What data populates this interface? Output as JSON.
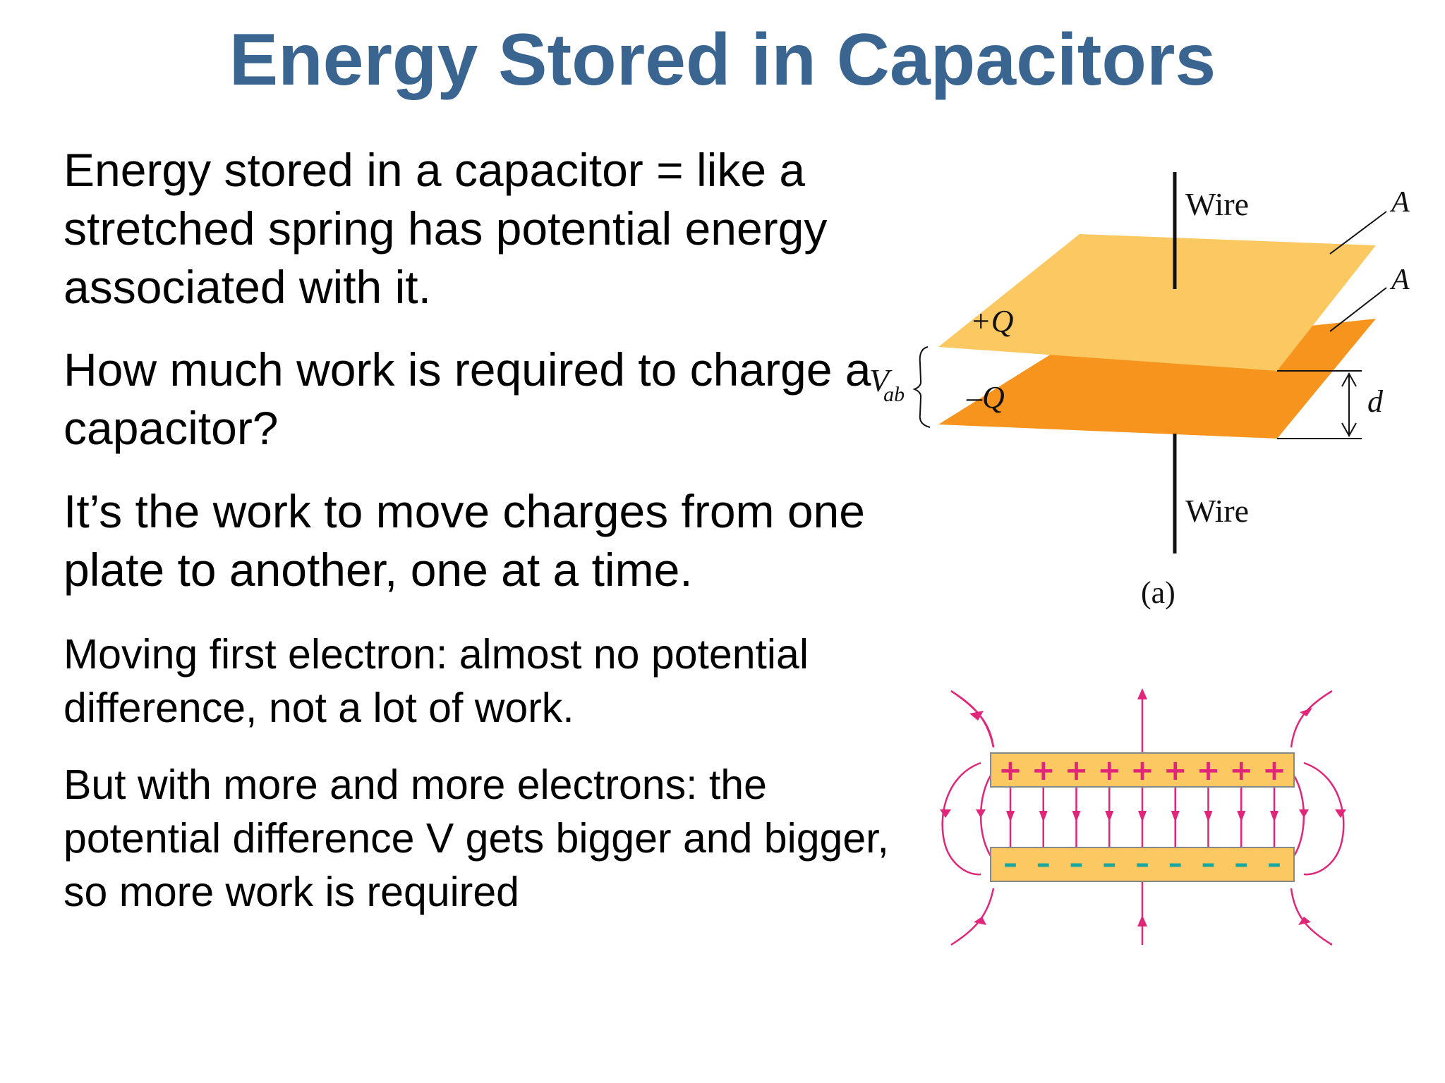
{
  "title": "Energy Stored in Capacitors",
  "paragraphs": [
    "Energy stored in a capacitor = like a stretched spring has potential energy associated with it.",
    "How much work is required to charge a capacitor?",
    "It’s the work to move charges from one plate to another, one at a time.",
    "Moving first electron: almost no potential difference, not a lot of work.",
    "But with more and more electrons: the potential difference V gets bigger and bigger, so more work is required"
  ],
  "figure_a": {
    "wire_top": "Wire",
    "wire_bottom": "Wire",
    "area_label_top": "A",
    "area_label_bottom": "A",
    "plus_q": "+Q",
    "minus_q": "–Q",
    "voltage_main": "V",
    "voltage_sub": "ab",
    "distance_label": "d",
    "caption": "(a)",
    "colors": {
      "top_plate": "#fbc862",
      "bottom_plate": "#f7941d",
      "line": "#111111"
    }
  },
  "figure_b": {
    "plus_signs": [
      "+",
      "+",
      "+",
      "+",
      "+",
      "+",
      "+",
      "+",
      "+"
    ],
    "minus_signs": [
      "–",
      "–",
      "–",
      "–",
      "–",
      "–",
      "–",
      "–",
      "–"
    ],
    "colors": {
      "plate": "#fbc862",
      "field_line": "#e0257a",
      "plus": "#e0257a",
      "minus": "#1aa7a0"
    }
  }
}
